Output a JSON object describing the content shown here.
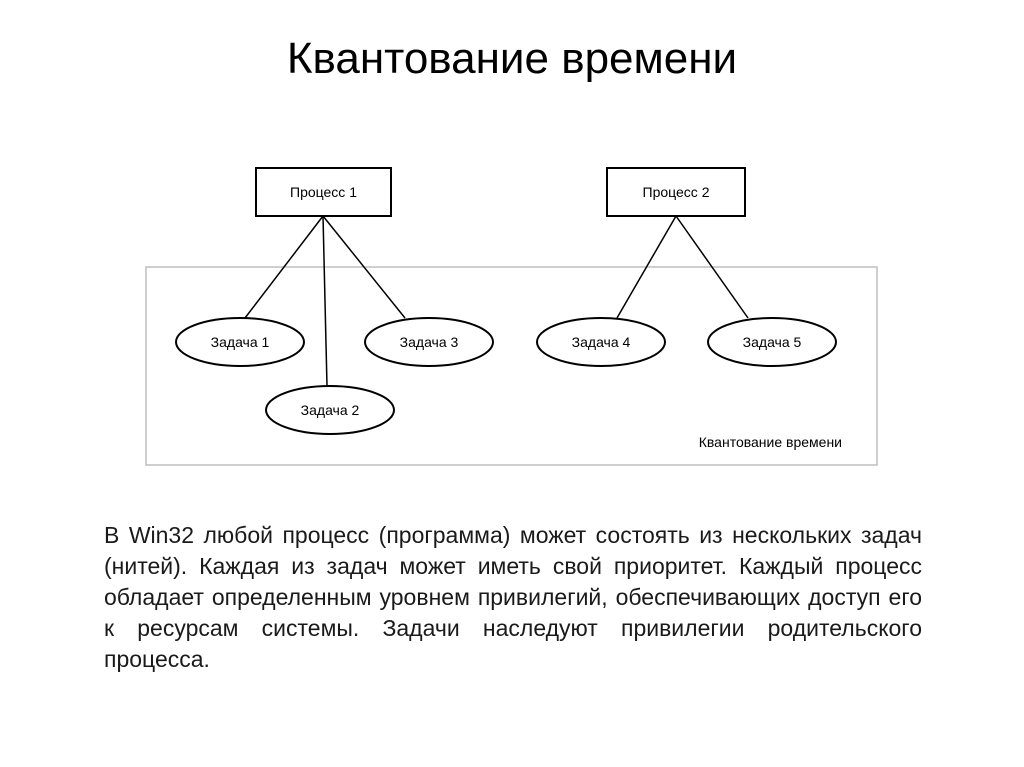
{
  "slide": {
    "title": "Квантование времени",
    "body": "В Win32 любой процесс (программа) может состоять из нескольких задач (нитей). Каждая из задач может иметь свой приоритет. Каждый процесс обладает определенным уровнем привилегий, обеспечивающих доступ его к ресурсам системы. Задачи наследуют привилегии родительского процесса."
  },
  "diagram": {
    "region_label": "Квантование времени",
    "processes": [
      {
        "id": "p1",
        "label": "Процесс 1"
      },
      {
        "id": "p2",
        "label": "Процесс 2"
      }
    ],
    "tasks": [
      {
        "id": "t1",
        "label": "Задача 1",
        "parent": "p1"
      },
      {
        "id": "t2",
        "label": "Задача 2",
        "parent": "p1"
      },
      {
        "id": "t3",
        "label": "Задача 3",
        "parent": "p1"
      },
      {
        "id": "t4",
        "label": "Задача 4",
        "parent": "p2"
      },
      {
        "id": "t5",
        "label": "Задача 5",
        "parent": "p2"
      }
    ],
    "colors": {
      "stroke": "#000000",
      "region_stroke": "#bfbfbf",
      "fill": "#ffffff"
    }
  }
}
